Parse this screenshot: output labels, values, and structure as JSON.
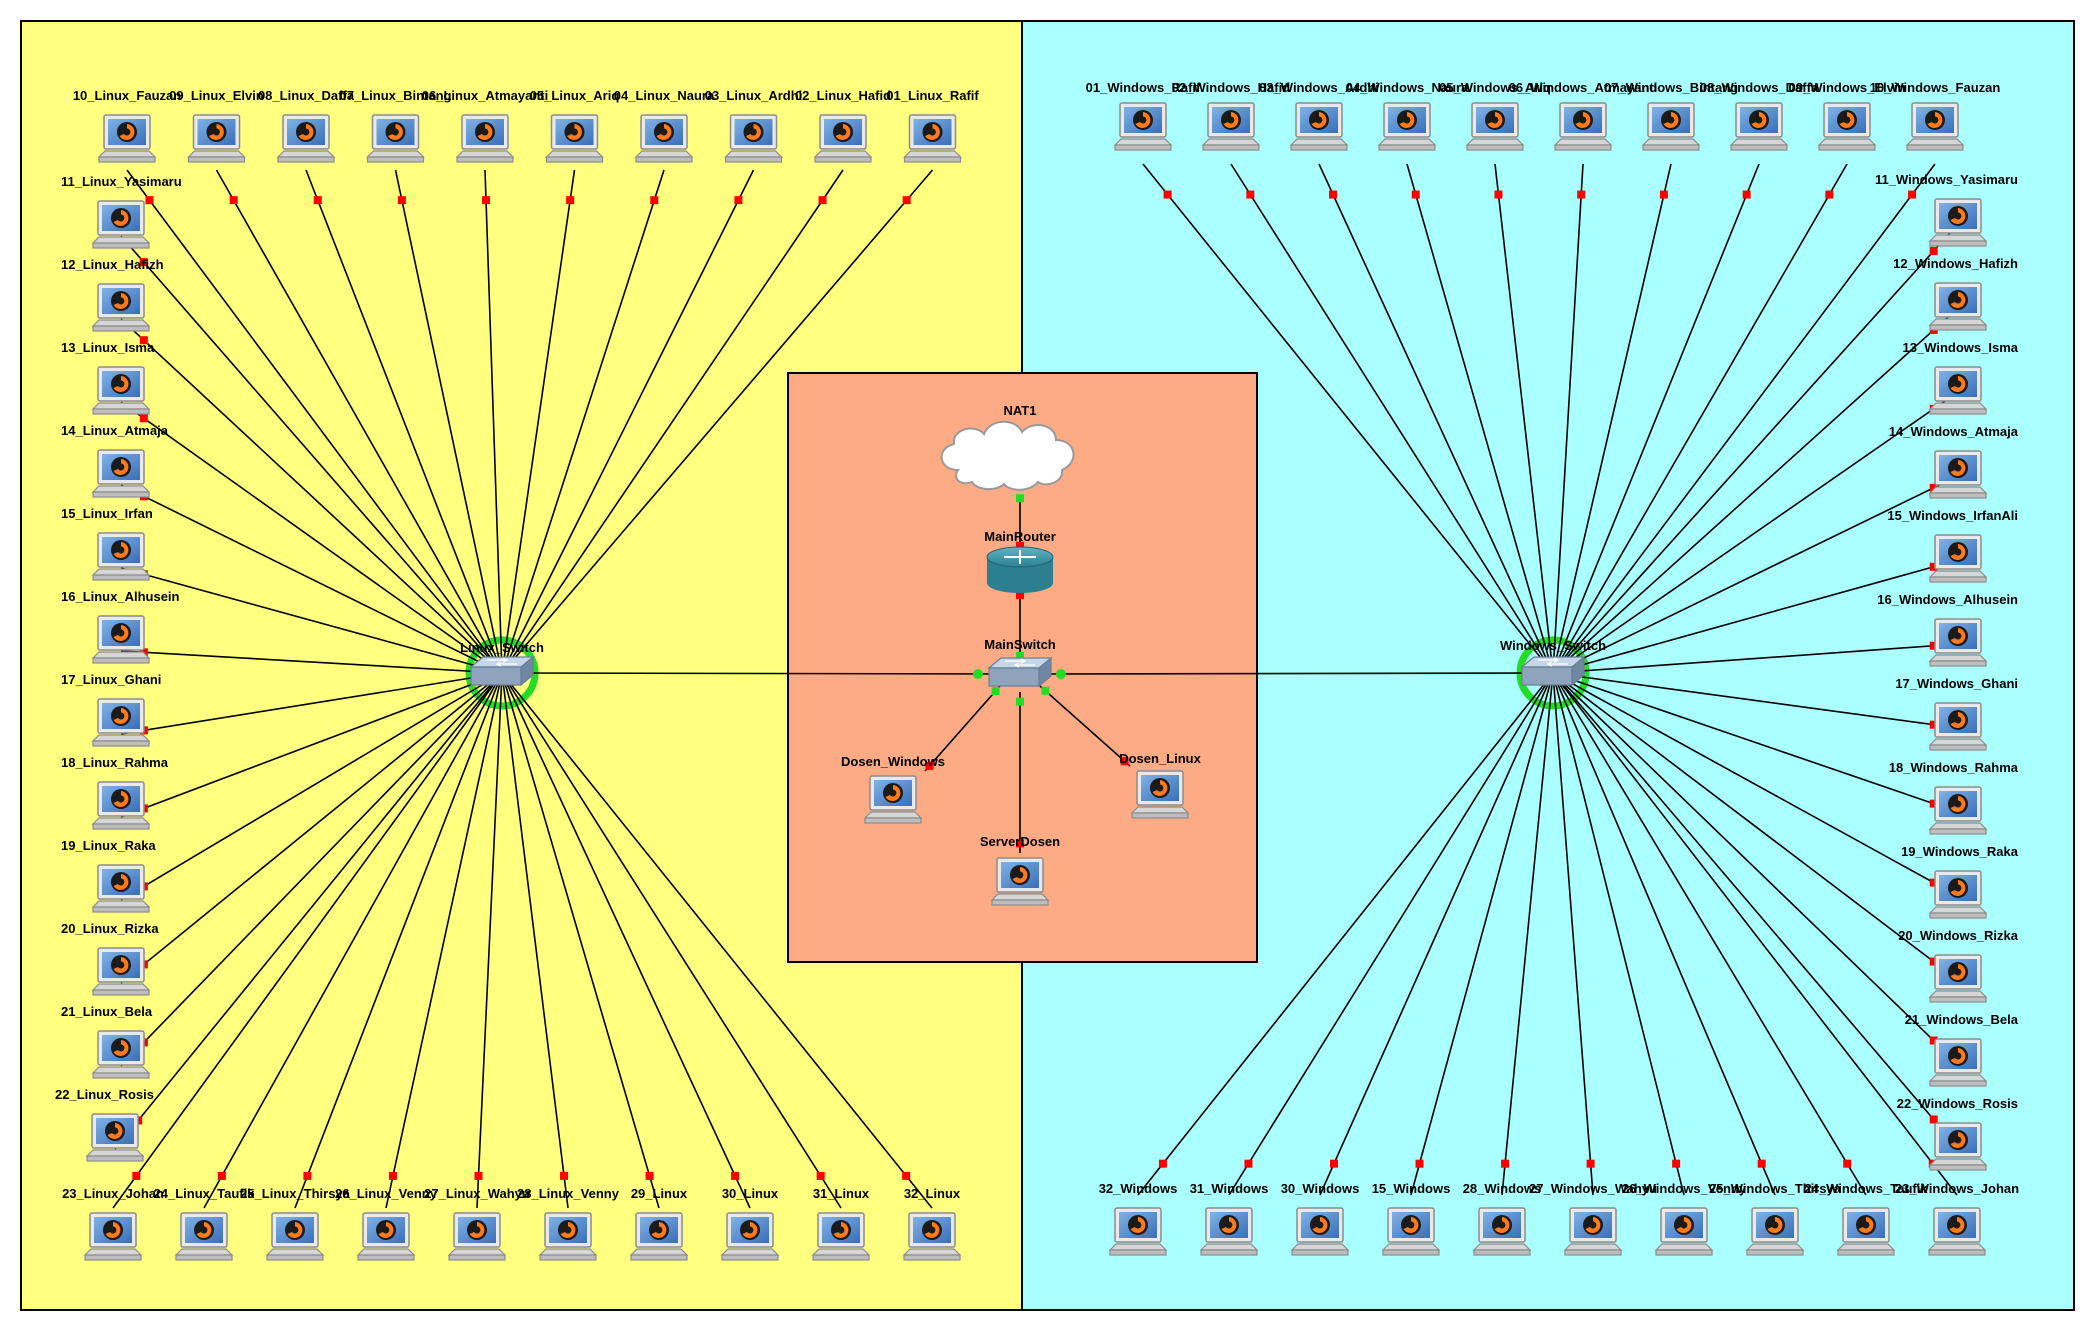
{
  "topology": {
    "colors": {
      "linux_zone": "#ffff80",
      "windows_zone": "#aaffff",
      "center_zone": "#fcab84",
      "link": "#000000",
      "port_down": "#ff0000",
      "port_up": "#22dd22"
    },
    "center": {
      "nat": "NAT1",
      "router": "MainRouter",
      "switch": "MainSwitch",
      "dosen_windows": "Dosen_Windows",
      "dosen_linux": "Dosen_Linux",
      "server": "ServerDosen"
    },
    "linux_switch": "Linux_Switch",
    "windows_switch": "Windows_Switch",
    "linux_hosts": {
      "top": [
        "10_Linux_Fauzan",
        "09_Linux_Elvin",
        "08_Linux_Daffa",
        "07_Linux_Bintang",
        "06_Linux_Atmayanti",
        "05_Linux_Ariq",
        "04_Linux_Naura",
        "03_Linux_Ardhi",
        "02_Linux_Hafid",
        "01_Linux_Rafif"
      ],
      "left": [
        "11_Linux_Yasimaru",
        "12_Linux_Hafizh",
        "13_Linux_Isma",
        "14_Linux_Atmaja",
        "15_Linux_Irfan",
        "16_Linux_Alhusein",
        "17_Linux_Ghani",
        "18_Linux_Rahma",
        "19_Linux_Raka",
        "20_Linux_Rizka",
        "21_Linux_Bela",
        "22_Linux_Rosis"
      ],
      "bottom": [
        "23_Linux_Johan",
        "24_Linux_Taufik",
        "25_Linux_Thirsya",
        "26_Linux_Venny",
        "27_Linux_Wahyu",
        "28_Linux_Venny",
        "29_Linux",
        "30_Linux",
        "31_Linux",
        "32_Linux"
      ]
    },
    "windows_hosts": {
      "top": [
        "01_Windows_Rafif",
        "02_Windows_Hafid",
        "03_Windows_Ardhi",
        "04_Windows_Naura",
        "05_Windows_Ariq",
        "06_Windows_Atmayanti",
        "07_Windows_Bintang",
        "08_Windows_Daffa",
        "09_Windows_Elvin",
        "10_Windows_Fauzan"
      ],
      "right": [
        "11_Windows_Yasimaru",
        "12_Windows_Hafizh",
        "13_Windows_Isma",
        "14_Windows_Atmaja",
        "15_Windows_IrfanAli",
        "16_Windows_Alhusein",
        "17_Windows_Ghani",
        "18_Windows_Rahma",
        "19_Windows_Raka",
        "20_Windows_Rizka",
        "21_Windows_Bela",
        "22_Windows_Rosis"
      ],
      "bottom": [
        "32_Windows",
        "31_Windows",
        "30_Windows",
        "15_Windows",
        "28_Windows",
        "27_Windows_Wahyu",
        "26_Windows_Venny",
        "25_Windows_Thirsya",
        "24_Windows_Taufik",
        "23_Windows_Johan"
      ]
    }
  }
}
